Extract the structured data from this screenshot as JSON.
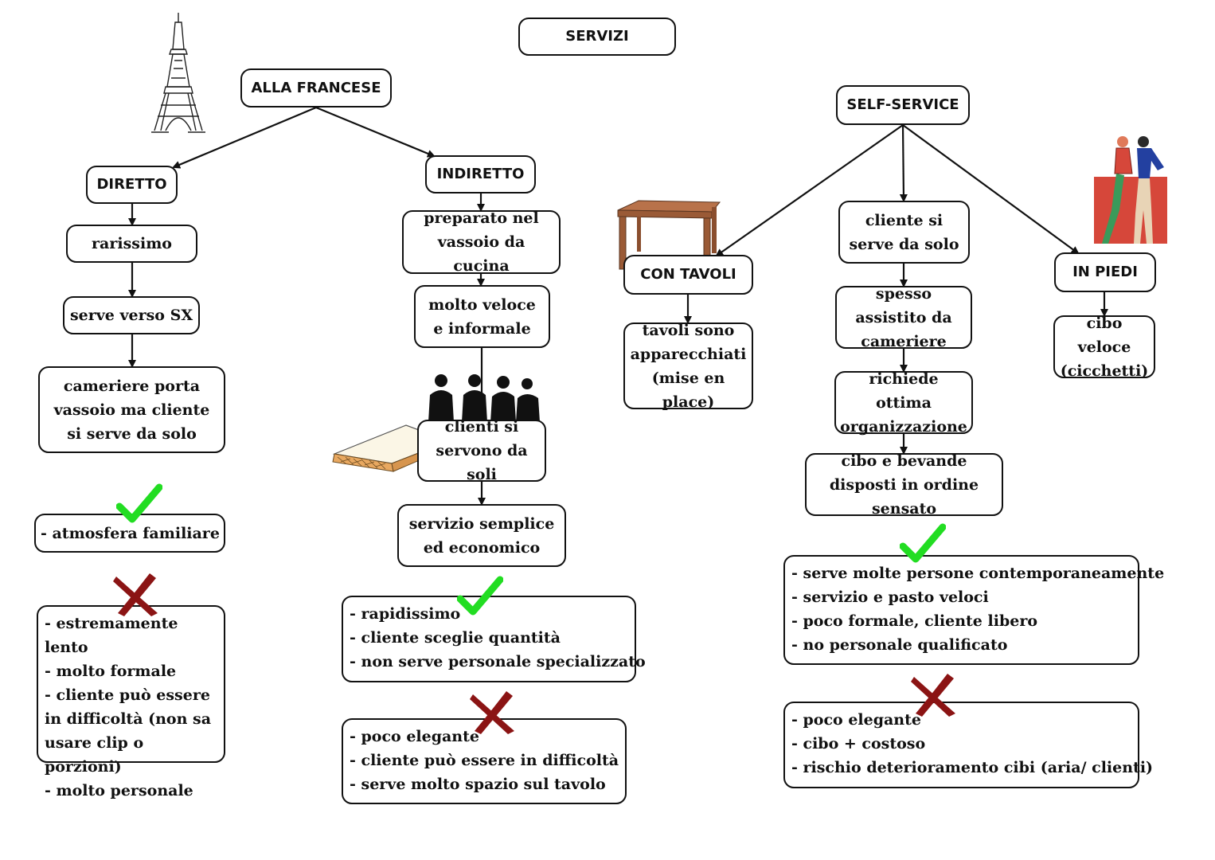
{
  "title": "SERVIZI",
  "alla_francese": {
    "label": "ALLA FRANCESE",
    "diretto": {
      "label": "DIRETTO",
      "steps": [
        "rarissimo",
        "serve verso SX",
        "cameriere porta vassoio ma cliente si serve da solo"
      ],
      "pros": [
        "- atmosfera familiare"
      ],
      "cons": [
        "- estremamente lento",
        "- molto formale",
        "- cliente può essere in difficoltà (non sa usare clip o porzioni)",
        "- molto personale"
      ]
    },
    "indiretto": {
      "label": "INDIRETTO",
      "steps": [
        "preparato nel vassoio da cucina",
        "molto veloce e informale",
        "clienti si servono da soli",
        "servizio semplice ed economico"
      ],
      "pros": [
        "- rapidissimo",
        "- cliente sceglie quantità",
        "- non serve personale specializzato"
      ],
      "cons": [
        "- poco elegante",
        "- cliente può essere in difficoltà",
        "- serve molto spazio sul tavolo"
      ]
    }
  },
  "self_service": {
    "label": "SELF-SERVICE",
    "con_tavoli": {
      "label": "CON TAVOLI",
      "detail": "tavoli sono apparecchiati (mise en place)"
    },
    "center_steps": [
      "cliente si serve da solo",
      "spesso assistito da cameriere",
      "richiede ottima organizzazione",
      "cibo e bevande disposti in ordine sensato"
    ],
    "in_piedi": {
      "label": "IN PIEDI",
      "detail": "cibo veloce (cicchetti)"
    },
    "pros": [
      "- serve molte persone contemporaneamente",
      "- servizio e pasto veloci",
      "- poco formale, cliente libero",
      "- no personale qualificato"
    ],
    "cons": [
      "- poco elegante",
      "- cibo + costoso",
      "- rischio deterioramento cibi (aria/ clienti)"
    ]
  },
  "icons": {
    "pro": "check-icon",
    "con": "cross-icon",
    "decor": [
      "eiffel-tower-icon",
      "table-icon",
      "crowd-silhouette-icon",
      "tray-icon",
      "standing-people-icon"
    ]
  },
  "colors": {
    "check": "#22dd22",
    "cross": "#8b1414",
    "table": "#a0603a",
    "figures": "#d6473a"
  }
}
